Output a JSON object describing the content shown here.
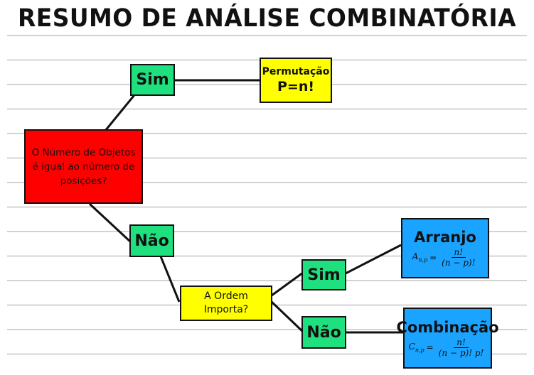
{
  "title": "RESUMO DE ANÁLISE COMBINATÓRIA",
  "nodes": {
    "question_objects": "O Número de Objetos é igual ao número de posições?",
    "sim_1": "Sim",
    "nao_1": "Não",
    "permutation_label": "Permutação",
    "permutation_formula": "P=n!",
    "question_order": "A Ordem Importa?",
    "sim_2": "Sim",
    "nao_2": "Não",
    "arranjo_label": "Arranjo",
    "arranjo_symbol": "A",
    "arranjo_sub": "n,p",
    "arranjo_num": "n!",
    "arranjo_den": "(n − p)!",
    "combinacao_label": "Combinação",
    "combinacao_symbol": "C",
    "combinacao_sub": "n,p",
    "combinacao_num": "n!",
    "combinacao_den": "(n − p)! p!"
  },
  "colors": {
    "question": "#ff0000",
    "answer": "#1fe07e",
    "intermediate": "#ffff00",
    "result": "#1aa3ff",
    "ruled_lines": "#b8b8b8"
  }
}
